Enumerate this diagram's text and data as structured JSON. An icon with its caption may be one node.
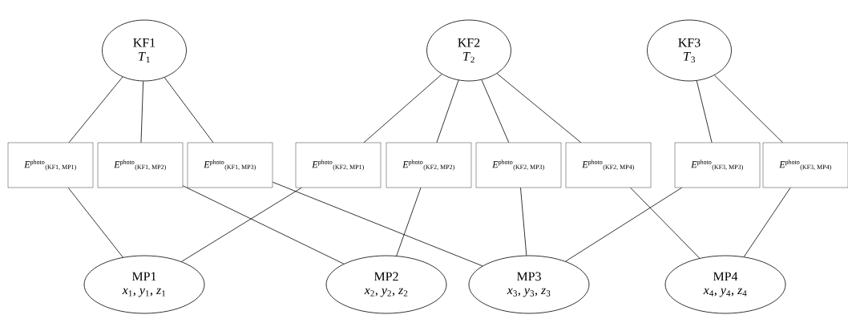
{
  "diagram": {
    "nodes": [
      {
        "text": [
          "KF1",
          "*T*$_{1}$"
        ]
      },
      {
        "text": [
          "KF2",
          "*T*$_{2}$"
        ]
      },
      {
        "text": [
          "KF3",
          "*T*$_{3}$"
        ]
      },
      {
        "text": [
          "*E*$^{photo}$$_{(KF1, MP1)}$"
        ]
      },
      {
        "text": [
          "*E*$^{photo}$$_{(KF1, MP2)}$"
        ]
      },
      {
        "text": [
          "*E*$^{photo}$$_{(KF1, MP3)}$"
        ]
      },
      {
        "text": [
          "*E*$^{photo}$$_{(KF2, MP1)}$"
        ]
      },
      {
        "text": [
          "*E*$^{photo}$$_{(KF2, MP2)}$"
        ]
      },
      {
        "text": [
          "*E*$^{photo}$$_{(KF2, MP3)}$"
        ]
      },
      {
        "text": [
          "*E*$^{photo}$$_{(KF2, MP4)}$"
        ]
      },
      {
        "text": [
          "*E*$^{photo}$$_{(KF3, MP3)}$"
        ]
      },
      {
        "text": [
          "*E*$^{photo}$$_{(KF3, MP4)}$"
        ]
      },
      {
        "text": [
          "MP1",
          "*x*$_{1}$, *y*$_{1}$, *z*$_{1}$"
        ]
      },
      {
        "text": [
          "MP2",
          "*x*$_{2}$, *y*$_{2}$, *z*$_{2}$"
        ]
      },
      {
        "text": [
          "MP3",
          "*x*$_{3}$, *y*$_{3}$, *z*$_{3}$"
        ]
      },
      {
        "text": [
          "MP4",
          "*x*$_{4}$, *y*$_{4}$, *z*$_{4}$"
        ]
      }
    ],
    "edges": [
      {
        "from": 0,
        "to": 3,
        "arrow": "none"
      },
      {
        "from": 0,
        "to": 4,
        "arrow": "none"
      },
      {
        "from": 0,
        "to": 5,
        "arrow": "none"
      },
      {
        "from": 1,
        "to": 6,
        "arrow": "none"
      },
      {
        "from": 1,
        "to": 7,
        "arrow": "none"
      },
      {
        "from": 1,
        "to": 8,
        "arrow": "none"
      },
      {
        "from": 1,
        "to": 9,
        "arrow": "none"
      },
      {
        "from": 2,
        "to": 10,
        "arrow": "none"
      },
      {
        "from": 2,
        "to": 11,
        "arrow": "none"
      },
      {
        "from": 3,
        "to": 12,
        "arrow": "none"
      },
      {
        "from": 4,
        "to": 13,
        "arrow": "none"
      },
      {
        "from": 5,
        "to": 14,
        "arrow": "none"
      },
      {
        "from": 6,
        "to": 12,
        "arrow": "none"
      },
      {
        "from": 7,
        "to": 13,
        "arrow": "none"
      },
      {
        "from": 8,
        "to": 14,
        "arrow": "none"
      },
      {
        "from": 9,
        "to": 15,
        "arrow": "none"
      },
      {
        "from": 10,
        "to": 14,
        "arrow": "none"
      },
      {
        "from": 11,
        "to": 15,
        "arrow": "none"
      }
    ]
  }
}
